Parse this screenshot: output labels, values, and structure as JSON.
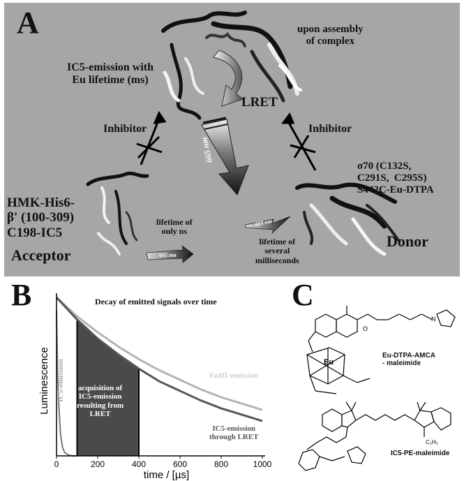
{
  "panel_a": {
    "letter": "A",
    "assembly": "upon assembly\nof complex",
    "ic5_emission": "IC5-emission with\nEu lifetime (ms)",
    "lret": "LRET",
    "wavelength": "665 nm",
    "inhibitor_left": "Inhibitor",
    "inhibitor_right": "Inhibitor",
    "acceptor_construct": "HMK-His6-\nβ' (100-309)\nC198-IC5",
    "acceptor": "Acceptor",
    "lifetime_ns": "lifetime of\nonly ns",
    "lifetime_ms": "lifetime of\nseveral\nmilliseconds",
    "donor_construct": "σ70 (C132S,\nC291S,  C295S)\nS442C-Eu-DTPA",
    "donor": "Donor"
  },
  "panel_b": {
    "letter": "B",
    "title": "Decay of emitted signals over time",
    "acquisition": "acquisition of\nIC5-emission\nresulting from\nLRET",
    "ic5_short": "IC5-emission",
    "eu_emission": "EuIII-emission",
    "ic5_lret": "IC5-emission\nthrough LRET"
  },
  "chart_data": {
    "type": "line",
    "title": "Decay of emitted signals over time",
    "xlabel": "time / [µs]",
    "ylabel": "Luminescence",
    "xlim": [
      0,
      1000
    ],
    "x_ticks": [
      "0",
      "200",
      "400",
      "600",
      "800",
      "1000"
    ],
    "acquisition_window": [
      100,
      400
    ],
    "series": [
      {
        "name": "EuIII-emission",
        "color": "#b3b3b3",
        "x": [
          0,
          100,
          200,
          300,
          400,
          500,
          600,
          700,
          800,
          900,
          1000
        ],
        "y": [
          1.0,
          0.88,
          0.78,
          0.69,
          0.61,
          0.54,
          0.48,
          0.42,
          0.37,
          0.33,
          0.29
        ]
      },
      {
        "name": "IC5-emission through LRET",
        "color": "#555555",
        "x": [
          0,
          100,
          200,
          300,
          400,
          500,
          600,
          700,
          800,
          900,
          1000
        ],
        "y": [
          1.0,
          0.86,
          0.74,
          0.64,
          0.55,
          0.47,
          0.41,
          0.35,
          0.3,
          0.26,
          0.22
        ]
      },
      {
        "name": "IC5-emission",
        "color": "#777777",
        "x": [
          0,
          5,
          10,
          20,
          30,
          40,
          60,
          80,
          100
        ],
        "y": [
          0.92,
          0.55,
          0.34,
          0.13,
          0.05,
          0.02,
          0.005,
          0.0,
          0.0
        ]
      }
    ]
  },
  "panel_c": {
    "letter": "C",
    "eu_compound": "Eu-DTPA-AMCA\n- maleimide",
    "ic5_compound": "IC5-PE-maleimide",
    "atom_eu": "Eu",
    "atom_o": "O",
    "atom_n": "N",
    "atom_c2h5": "C₂H₅"
  },
  "colors": {
    "panel_a_bg": "#a6a6a6",
    "arrow_dark": "#2a2a2a",
    "shade": "#4a4a4a"
  }
}
